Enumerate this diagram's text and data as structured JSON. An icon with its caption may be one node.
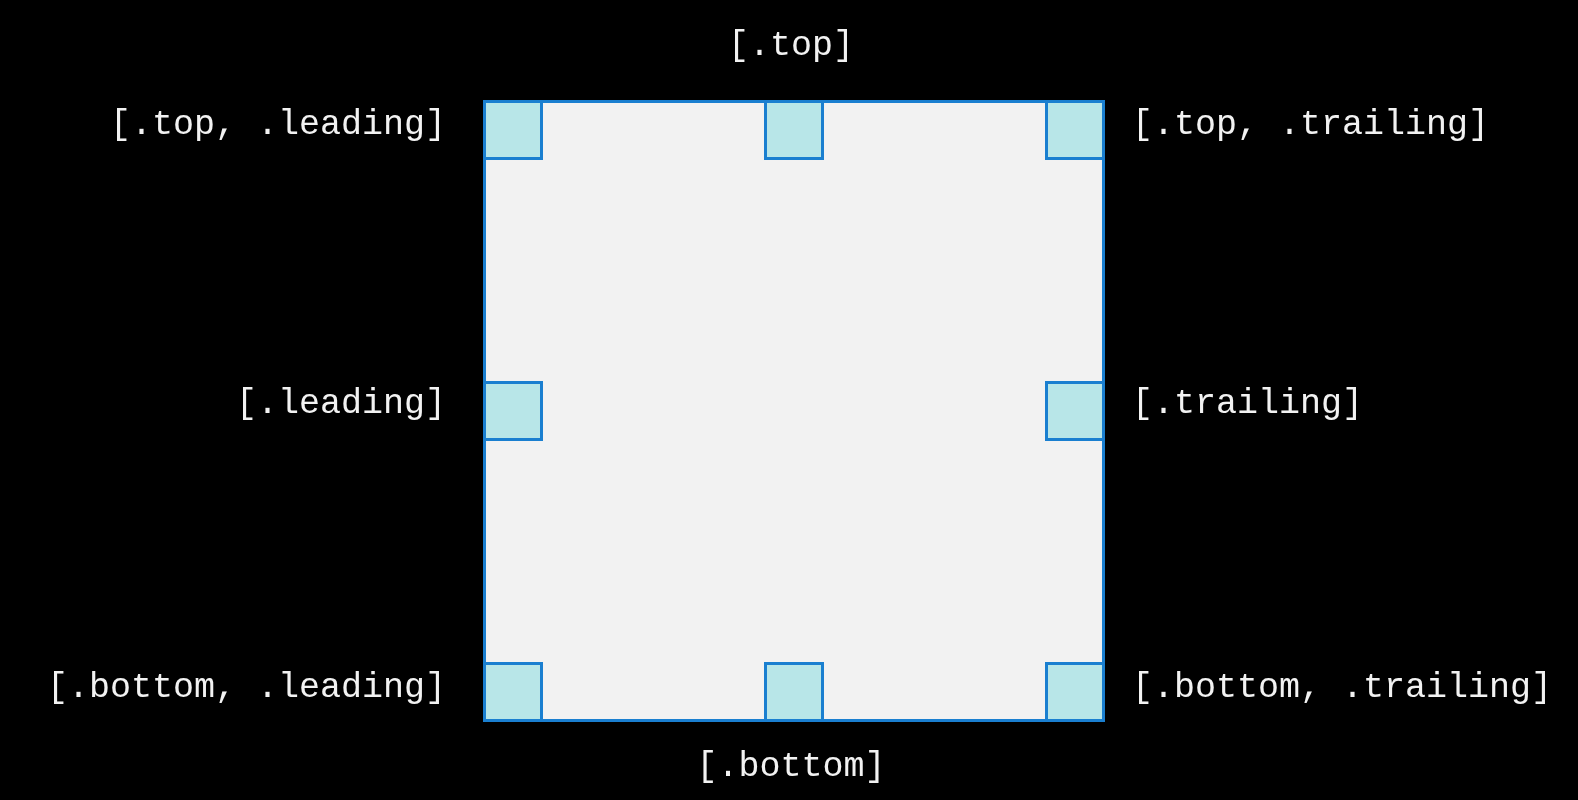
{
  "diagram": {
    "nodes": [
      {
        "text": [],
        "shape": "box"
      },
      {
        "text": [],
        "shape": "box",
        "in": 0,
        "beside": [
          "[.top, .leading]"
        ]
      },
      {
        "text": [],
        "shape": "box",
        "in": 0,
        "beside": [
          "[.top]"
        ]
      },
      {
        "text": [],
        "shape": "box",
        "in": 0,
        "beside": [
          "[.top, .trailing]"
        ]
      },
      {
        "text": [],
        "shape": "box",
        "in": 0,
        "beside": [
          "[.leading]"
        ]
      },
      {
        "text": [],
        "shape": "box",
        "in": 0,
        "beside": [
          "[.trailing]"
        ]
      },
      {
        "text": [],
        "shape": "box",
        "in": 0,
        "beside": [
          "[.bottom, .leading]"
        ]
      },
      {
        "text": [],
        "shape": "box",
        "in": 0,
        "beside": [
          "[.bottom]"
        ]
      },
      {
        "text": [],
        "shape": "box",
        "in": 0,
        "beside": [
          "[.bottom, .trailing]"
        ]
      }
    ]
  }
}
